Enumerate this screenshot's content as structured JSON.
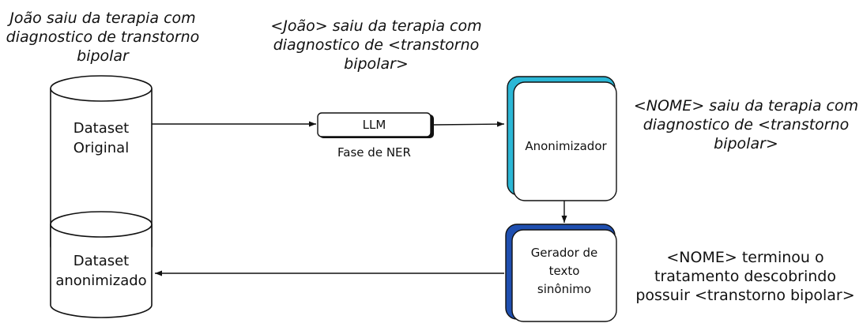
{
  "annotations": {
    "input_example": "João saiu da terapia com diagnostico de transtorno bipolar",
    "ner_example": "<João> saiu da terapia com diagnostico de <transtorno bipolar>",
    "anon_example": "<NOME> saiu da terapia com diagnostico de <transtorno bipolar>",
    "synonym_example": "<NOME> terminou o tratamento descobrindo possuir <transtorno bipolar>"
  },
  "nodes": {
    "dataset_original": "Dataset Original",
    "llm": "LLM",
    "llm_caption": "Fase de NER",
    "anonimizador": "Anonimizador",
    "gerador": "Gerador de texto sinônimo",
    "dataset_anonimizado": "Dataset anonimizado"
  },
  "colors": {
    "anonimizador_accent": "#2bb7d6",
    "gerador_accent": "#1f4fb0",
    "stroke": "#111111"
  }
}
